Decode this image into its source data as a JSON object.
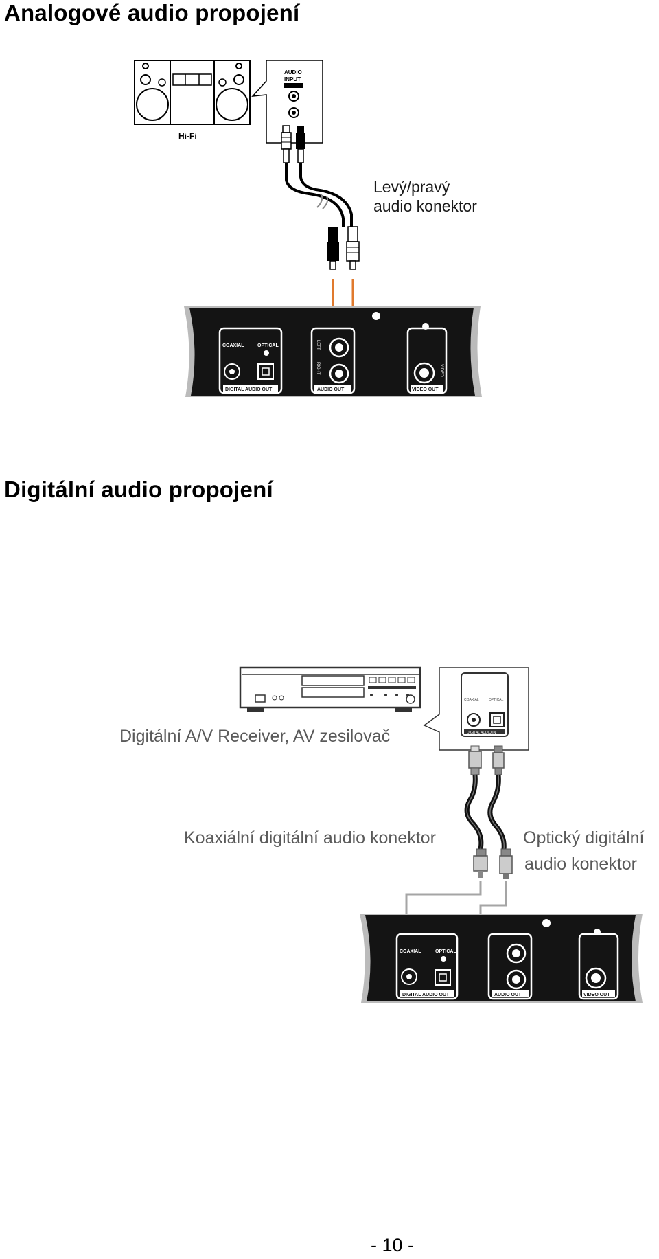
{
  "section1": {
    "heading": "Analogové audio propojení"
  },
  "section2": {
    "heading": "Digitální audio propojení"
  },
  "diagram1": {
    "hifi_label": "Hi-Fi",
    "audio_input_label": "AUDIO\nINPUT",
    "audio_out_small": "AUDIO OUT",
    "connector_label_line1": "Levý/pravý",
    "connector_label_line2": "audio konektor",
    "panel": {
      "coaxial": "COAXIAL",
      "optical": "OPTICAL",
      "digital_audio_out": "DIGITAL AUDIO OUT",
      "left": "LEFT",
      "right": "RIGHT",
      "audio_out": "AUDIO OUT",
      "video": "VIDEO",
      "video_out": "VIDEO OUT"
    }
  },
  "diagram2": {
    "receiver_label": "Digitální A/V Receiver, AV zesilovač",
    "coax_label": "Koaxiální digitální audio konektor",
    "optical_label_line1": "Optický digitální",
    "optical_label_line2": "audio konektor",
    "inset_coaxial": "COAXIAL",
    "inset_optical": "OPTICAL",
    "inset_digital_audio_in": "DIGITAL AUDIO IN",
    "panel": {
      "coaxial": "COAXIAL",
      "optical": "OPTICAL",
      "digital_audio_out": "DIGITAL AUDIO OUT",
      "audio_out": "AUDIO OUT",
      "video_out": "VIDEO OUT"
    }
  },
  "footer": {
    "page_number": "- 10 -"
  }
}
